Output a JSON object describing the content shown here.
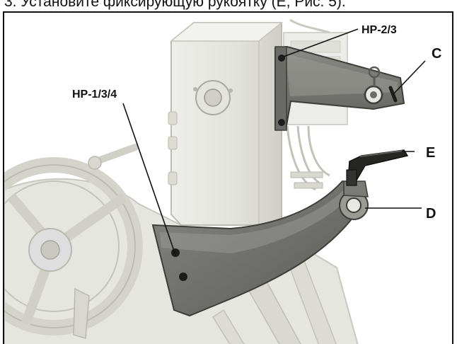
{
  "header": {
    "text": "3. Установите фиксирующую рукоятку (E, Рис. 5)."
  },
  "figure": {
    "labels": {
      "hp_2_3": "HP-2/3",
      "hp_1_3_4": "HP-1/3/4",
      "c": "C",
      "d": "D",
      "e": "E"
    }
  }
}
